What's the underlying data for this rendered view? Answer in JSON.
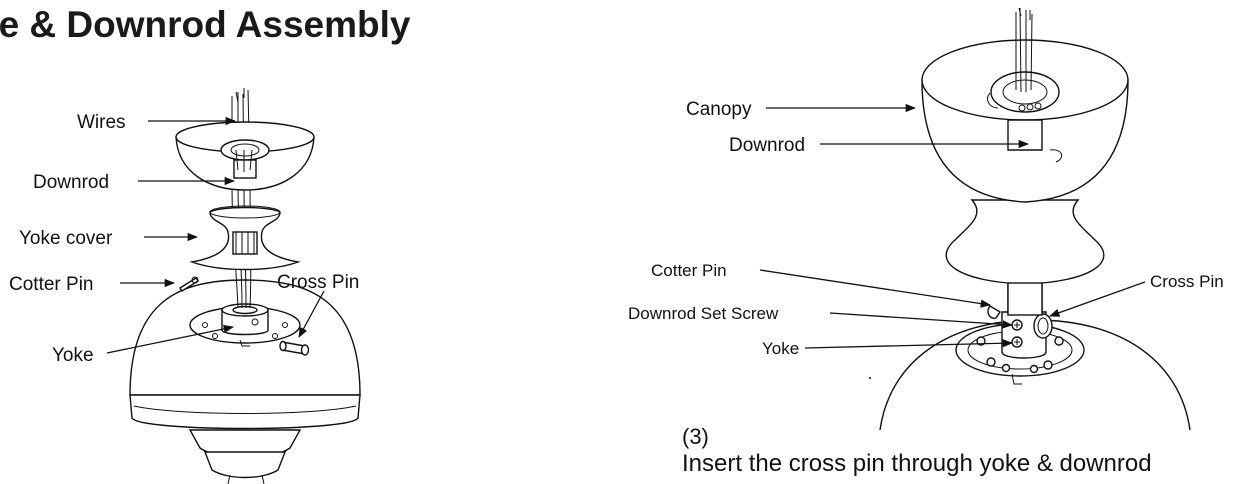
{
  "heading": "ke & Downrod Assembly",
  "left_figure": {
    "labels": {
      "wires": "Wires",
      "downrod": "Downrod",
      "yoke_cover": "Yoke cover",
      "cross_pin": "Cross Pin",
      "cotter_pin": "Cotter Pin",
      "yoke": "Yoke"
    }
  },
  "right_figure": {
    "labels": {
      "canopy": "Canopy",
      "downrod": "Downrod",
      "cotter_pin": "Cotter Pin",
      "cross_pin": "Cross Pin",
      "downrod_set_screw": "Downrod Set Screw",
      "yoke": "Yoke"
    }
  },
  "step": {
    "number": "(3)",
    "text": "Insert the cross pin through yoke & downrod"
  },
  "colors": {
    "ink": "#111111",
    "background": "#ffffff"
  }
}
